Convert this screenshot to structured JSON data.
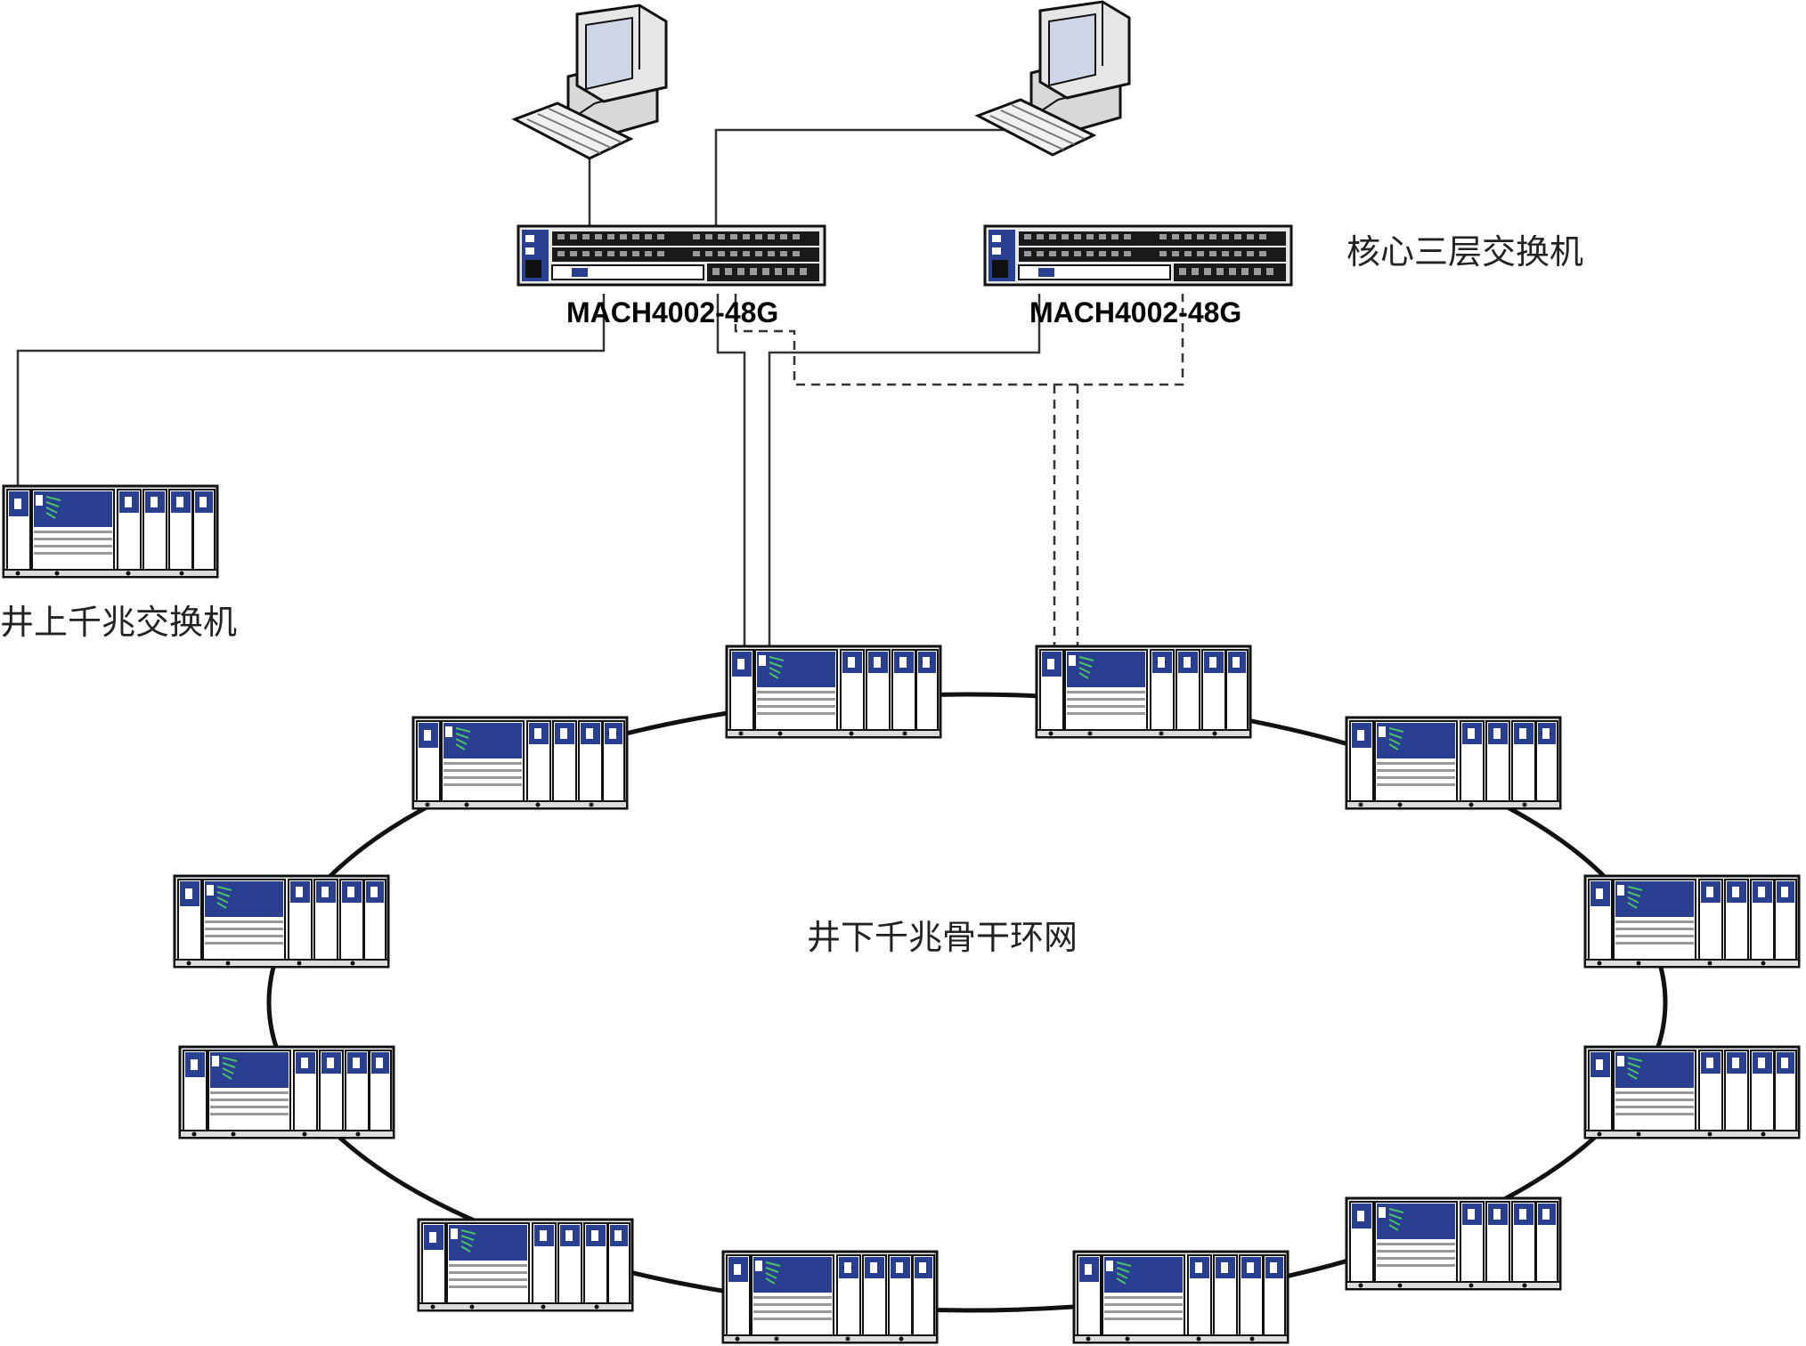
{
  "diagram": {
    "core_switch_label": "核心三层交换机",
    "surface_switch_label": "井上千兆交换机",
    "ring_label": "井下千兆骨干环网",
    "core_switches": [
      {
        "model": "MACH4002-48G"
      },
      {
        "model": "MACH4002-48G"
      }
    ],
    "workstations": [
      {
        "name": "workstation"
      },
      {
        "name": "workstation"
      }
    ],
    "ring_node_count": 12,
    "colors": {
      "module_blue": "#2a3f8f",
      "line": "#000000",
      "background": "#ffffff"
    },
    "links": {
      "solid": "primary link",
      "dashed": "redundant link"
    }
  }
}
